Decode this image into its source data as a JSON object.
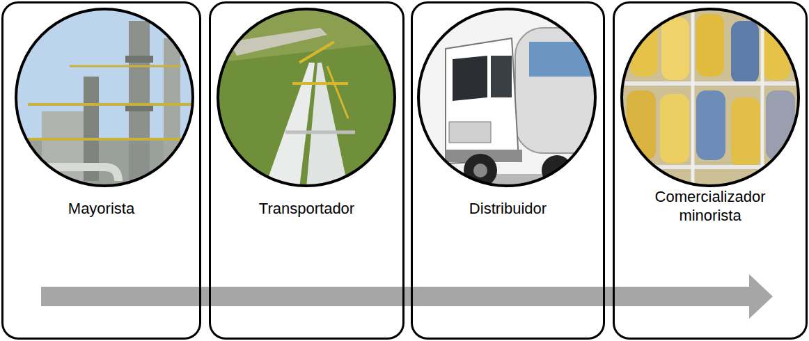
{
  "diagram": {
    "nodes": [
      {
        "text": [
          "Mayorista"
        ]
      },
      {
        "text": [
          "Transportador"
        ]
      },
      {
        "text": [
          "Distribuidor"
        ]
      },
      {
        "text": [
          "Comercializador minorista"
        ]
      }
    ],
    "edges": [
      {
        "from": 0,
        "to": 3,
        "arrow": "to"
      }
    ]
  }
}
